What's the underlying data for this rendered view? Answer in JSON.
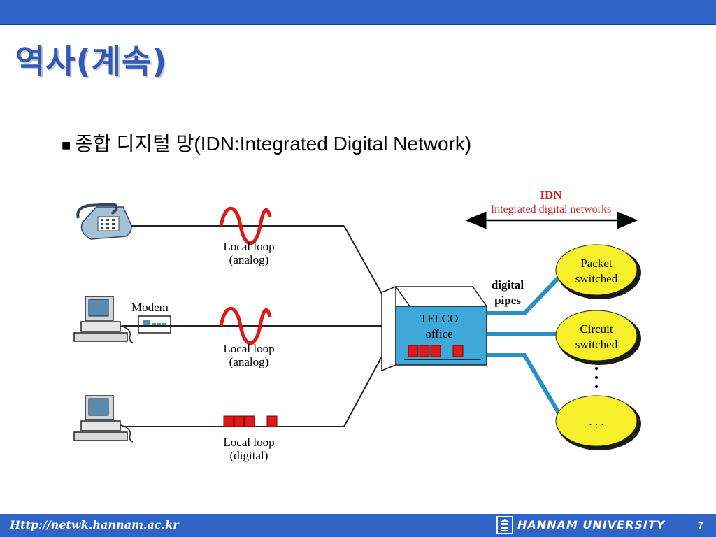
{
  "title": "역사(계속)",
  "bullet": {
    "mark": "■",
    "text": "종합 디지털 망(IDN:Integrated Digital Network)"
  },
  "diagram": {
    "idn_label": "IDN",
    "idn_sub": "Integrated digital networks",
    "telco_line1": "TELCO",
    "telco_line2": "office",
    "digital_pipes_1": "digital",
    "digital_pipes_2": "pipes",
    "modem": "Modem",
    "loop1_l1": "Local loop",
    "loop1_l2": "(analog)",
    "loop2_l1": "Local loop",
    "loop2_l2": "(analog)",
    "loop3_l1": "Local loop",
    "loop3_l2": "(digital)",
    "net1_l1": "Packet",
    "net1_l2": "switched",
    "net2_l1": "Circuit",
    "net2_l2": "switched",
    "net3": ". . .",
    "colors": {
      "red": "#e01818",
      "blue": "#2a8fc4",
      "yellow": "#f7ef2a",
      "telco": "#3fa8d8"
    }
  },
  "footer": {
    "url": "Http://netwk.hannam.ac.kr",
    "university": "HANNAM UNIVERSITY",
    "page": "7"
  }
}
